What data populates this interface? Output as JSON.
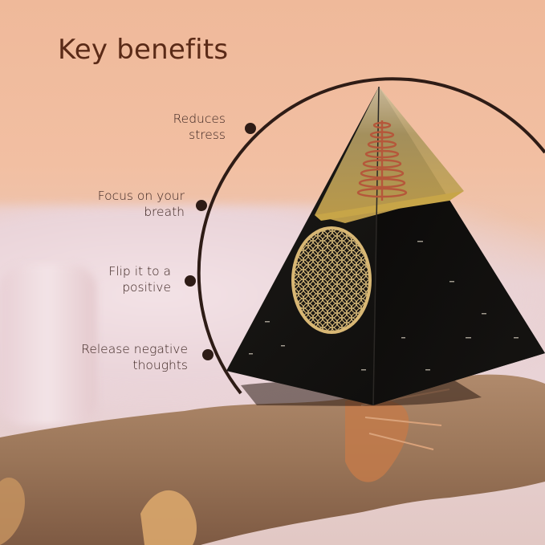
{
  "header": {
    "title": "Key benefits"
  },
  "benefits": [
    {
      "line1": "Reduces",
      "line2": "stress"
    },
    {
      "line1": "Focus on your",
      "line2": "breath"
    },
    {
      "line1": "Flip it to a",
      "line2": "positive"
    },
    {
      "line1": "Release negative",
      "line2": "thoughts"
    }
  ],
  "product": {
    "name": "orgonite-pyramid",
    "emblem": "flower-of-life"
  },
  "colors": {
    "title": "#5a2a17",
    "text": "#3b2420",
    "arc": "#2e1c16",
    "background_top": "#efb99a",
    "background_bottom": "#e9d3d6",
    "pyramid": "#0f0d0c",
    "gold": "#d8b774",
    "copper": "#b5573a",
    "wood": "#9a7558"
  }
}
